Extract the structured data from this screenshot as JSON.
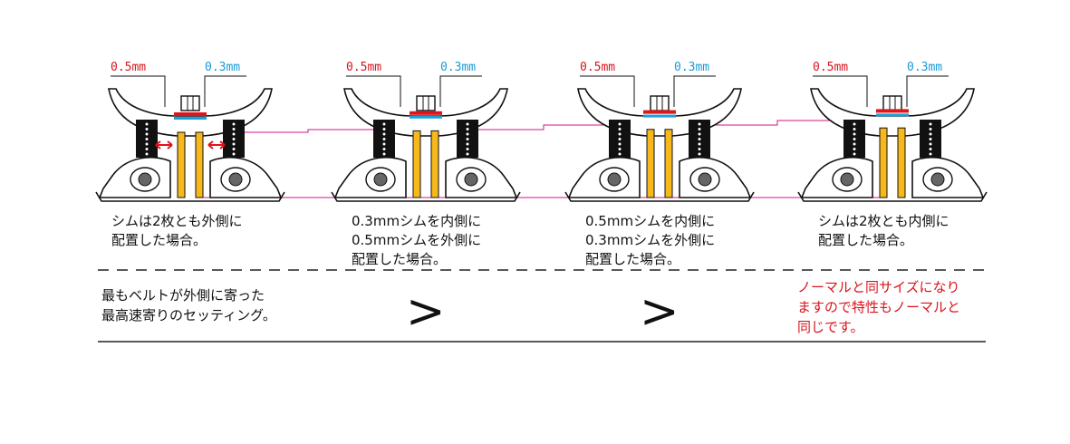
{
  "colors": {
    "shim_red": "#e0141b",
    "shim_blue": "#1aa1dc",
    "pulley_yellow": "#f6b81a",
    "guide_magenta": "#d0168a",
    "text_red": "#d8141b",
    "text_blue": "#1a9ad6"
  },
  "panels": [
    {
      "dim_red": "0.5mm",
      "dim_blue": "0.3mm",
      "caption": "シムは2枚とも外側に\n配置した場合。"
    },
    {
      "dim_red": "0.5mm",
      "dim_blue": "0.3mm",
      "caption": "0.3mmシムを内側に\n0.5mmシムを外側に\n配置した場合。"
    },
    {
      "dim_red": "0.5mm",
      "dim_blue": "0.3mm",
      "caption": "0.5mmシムを内側に\n0.3mmシムを外側に\n配置した場合。"
    },
    {
      "dim_red": "0.5mm",
      "dim_blue": "0.3mm",
      "caption": "シムは2枚とも内側に\n配置した場合。"
    }
  ],
  "summary": {
    "left_text": "最もベルトが外側に寄った\n最高速寄りのセッティング。",
    "comparators": [
      ">",
      ">"
    ],
    "right_text": "ノーマルと同サイズになり\nますので特性もノーマルと\n同じです。"
  },
  "icons": [
    "double-arrow-icon",
    "nut-icon",
    "belt-icon"
  ]
}
